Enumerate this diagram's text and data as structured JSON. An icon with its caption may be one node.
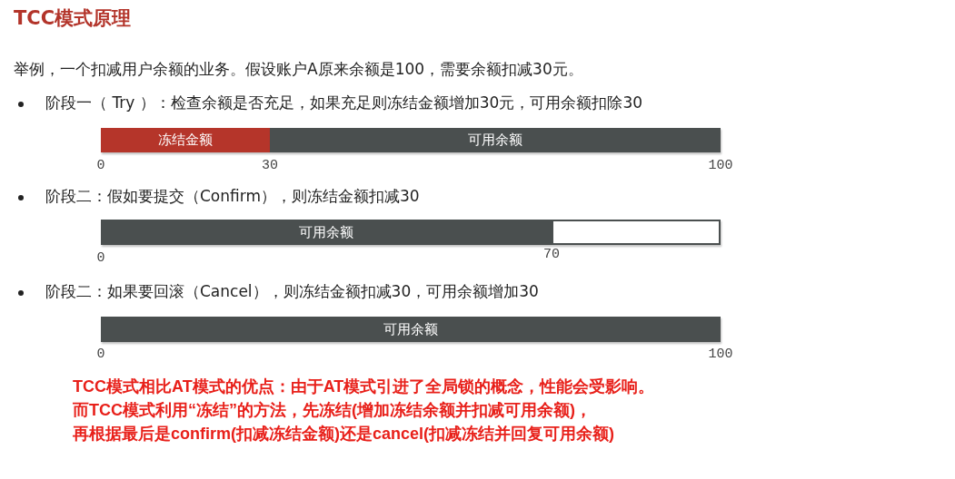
{
  "diagram": {
    "title": "TCC模式原理",
    "nodes": [
      {
        "text": [
          "冻结金额"
        ]
      },
      {
        "text": [
          "可用余额"
        ]
      },
      {
        "text": [
          "可用余额"
        ]
      },
      {
        "text": [],
        "shape": "box"
      },
      {
        "text": [
          "可用余额"
        ]
      }
    ],
    "labels": [
      "举例，一个扣减用户余额的业务。假设账户A原来余额是100，需要余额扣减30元。",
      "阶段一（ Try ）：检查余额是否充足，如果充足则冻结金额增加30元，可用余额扣除30",
      "0",
      "30",
      "100",
      "阶段二：假如要提交（Confirm），则冻结金额扣减30",
      "0",
      "70",
      "阶段二：如果要回滚（Cancel），则冻结金额扣减30，可用余额增加30",
      "0",
      "100",
      "TCC模式相比AT模式的优点：由于AT模式引进了全局锁的概念，性能会受影响。",
      "而TCC模式利用“冻结”的方法，先冻结(增加冻结余额并扣减可用余额)，",
      "再根据最后是confirm(扣减冻结金额)还是cancel(扣减冻结并回复可用余额)"
    ]
  }
}
